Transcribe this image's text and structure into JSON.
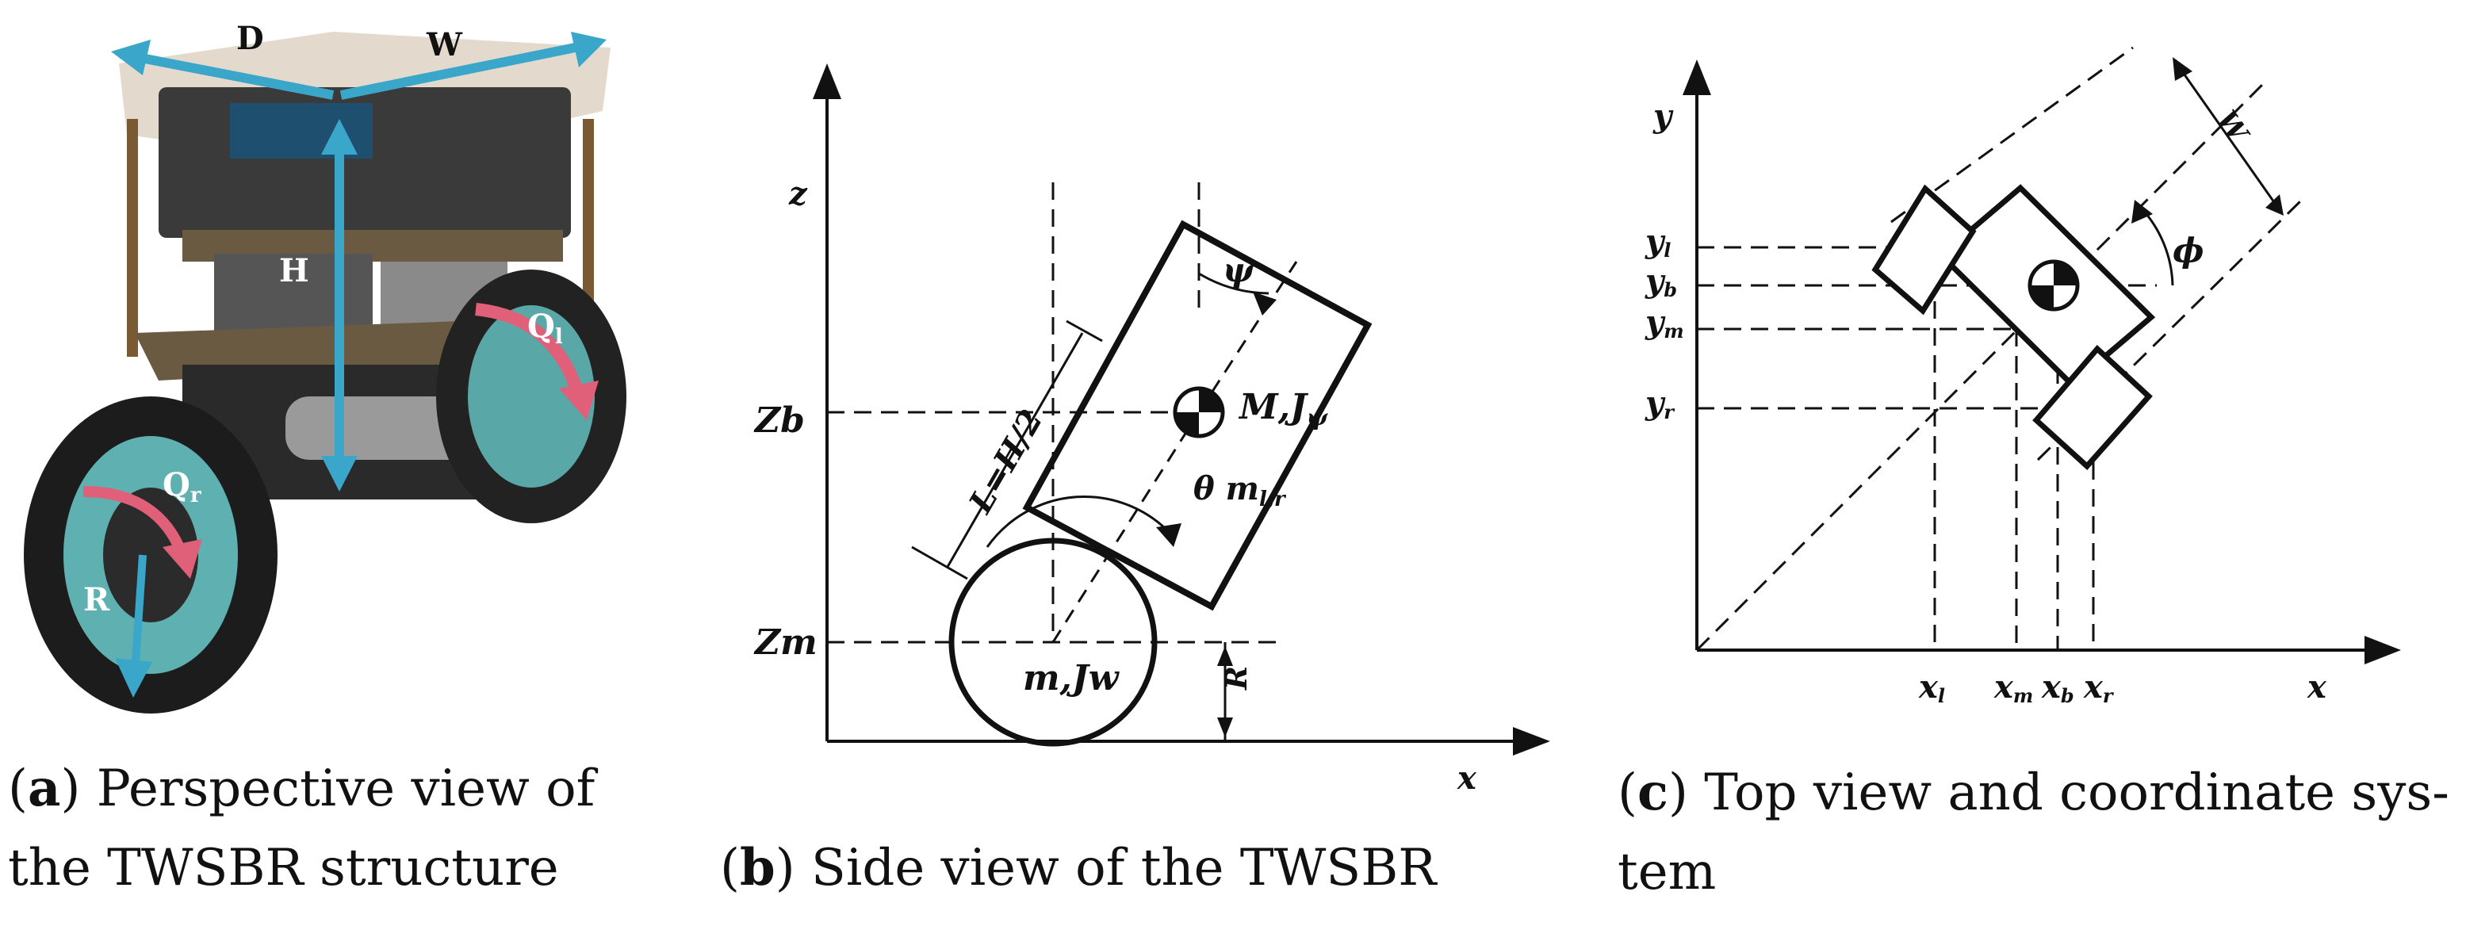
{
  "colors": {
    "dimension_arrow": "#3aa6c9",
    "torque_arrow": "#e0607a",
    "line": "#111111",
    "background": "#ffffff"
  },
  "panel_a": {
    "labels": {
      "D": "D",
      "W": "W",
      "H": "H",
      "Ql": "Q",
      "Ql_sub": "l",
      "Qr": "Q",
      "Qr_sub": "r",
      "R": "R"
    },
    "caption": {
      "letter": "a",
      "text_line1": " Perspective view of",
      "text_line2": "the TWSBR structure"
    }
  },
  "panel_b": {
    "labels": {
      "z": "z",
      "x": "x",
      "Zb": "Zb",
      "Zm": "Zm",
      "psi": "ψ",
      "body": "M,J",
      "body_sub": "ψ",
      "theta": "θ m",
      "theta_sub": "l,r",
      "half_length": "L=H/2",
      "wheel": "m,Jw",
      "R": "R"
    },
    "caption": {
      "letter": "b",
      "text": " Side view of the TWSBR"
    }
  },
  "panel_c": {
    "labels": {
      "y": "y",
      "x": "x",
      "W": "W",
      "phi": "ϕ",
      "yl": "y",
      "yl_sub": "l",
      "yb": "y",
      "yb_sub": "b",
      "ym": "y",
      "ym_sub": "m",
      "yr": "y",
      "yr_sub": "r",
      "xl": "x",
      "xl_sub": "l",
      "xm": "x",
      "xm_sub": "m",
      "xb": "x",
      "xb_sub": "b",
      "xr": "x",
      "xr_sub": "r"
    },
    "caption": {
      "letter": "c",
      "text_line1": " Top view and coordinate sys-",
      "text_line2": "tem"
    }
  }
}
